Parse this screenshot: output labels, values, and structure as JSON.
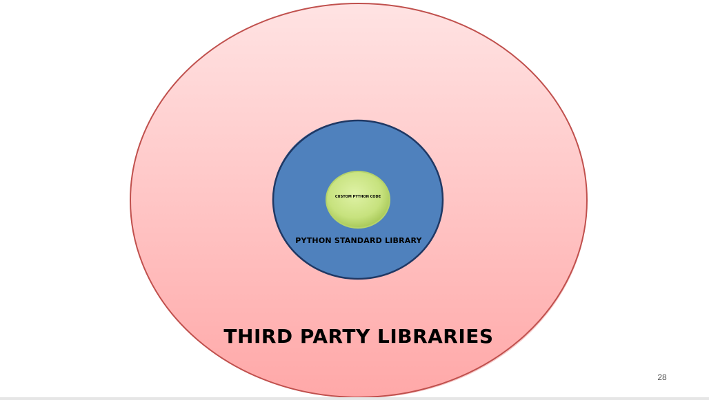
{
  "slide": {
    "page_number": "28"
  },
  "diagram": {
    "outer": {
      "label": "THIRD PARTY LIBRARIES",
      "fill_color": "#ffc4c4",
      "stroke_color": "#c0504d"
    },
    "middle": {
      "label": "PYTHON STANDARD LIBRARY",
      "fill_color": "#4f81bd",
      "stroke_color": "#1f3864"
    },
    "inner": {
      "label": "CUSTOM PYTHON CODE",
      "fill_color": "#c3e07a",
      "stroke_color": "#9bbb59"
    }
  }
}
